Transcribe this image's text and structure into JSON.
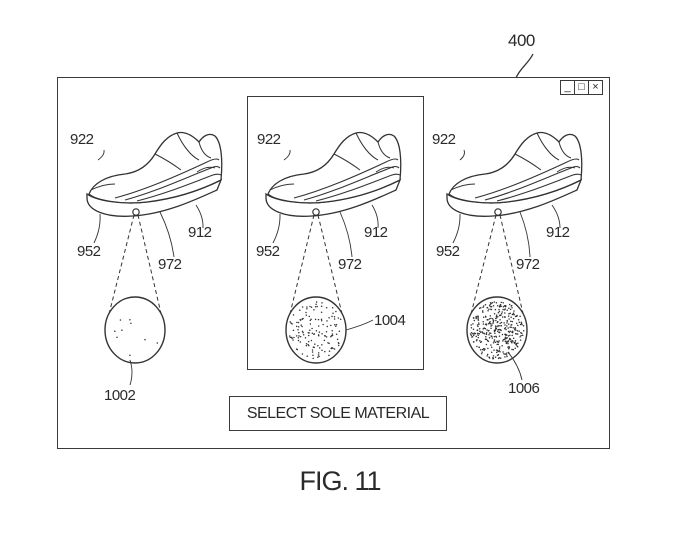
{
  "figure_ref": "400",
  "window_controls": {
    "minimize": "_",
    "maximize": "□",
    "close": "×"
  },
  "panels": [
    {
      "upper_label": "922",
      "stripe_label": "912",
      "sole_label": "952",
      "point_label": "972",
      "sample_label": "1002",
      "texture": "sparse",
      "selected": false
    },
    {
      "upper_label": "922",
      "stripe_label": "912",
      "sole_label": "952",
      "point_label": "972",
      "sample_label": "1004",
      "texture": "medium",
      "selected": true
    },
    {
      "upper_label": "922",
      "stripe_label": "912",
      "sole_label": "952",
      "point_label": "972",
      "sample_label": "1006",
      "texture": "dense",
      "selected": false
    }
  ],
  "select_button_label": "SELECT SOLE MATERIAL",
  "figure_caption": "FIG. 11"
}
